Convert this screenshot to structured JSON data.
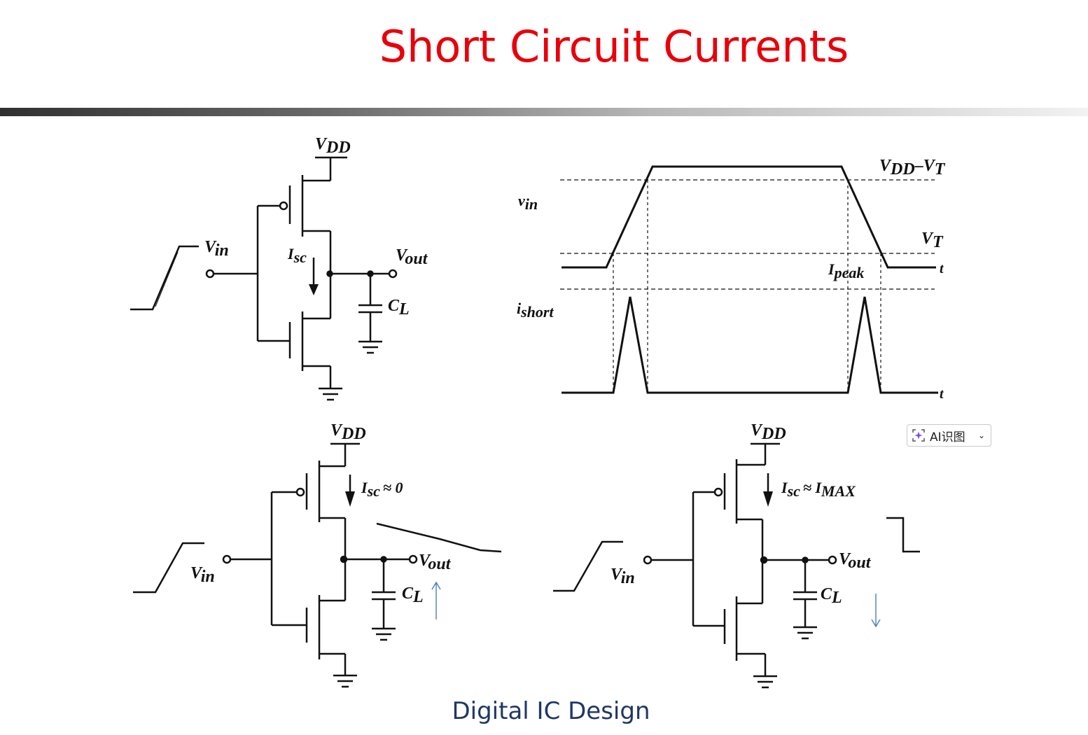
{
  "slide": {
    "title": "Short Circuit Currents",
    "footer": "Digital IC Design"
  },
  "ai_widget": {
    "label": "AI识图",
    "icon": "ai-sparkle-icon"
  },
  "colors": {
    "title": "#e8000b",
    "footer": "#1f3864",
    "arrows": "#4a7ebb"
  },
  "inverter_top": {
    "vdd": "V",
    "vdd_sub": "DD",
    "vin": "V",
    "vin_sub": "in",
    "vout": "V",
    "vout_sub": "out",
    "isc": "I",
    "isc_sub": "sc",
    "cl": "C",
    "cl_sub": "L"
  },
  "waveforms": {
    "vin": "v",
    "vin_sub": "in",
    "vdd_vt": "V",
    "vdd_vt_sub": "DD",
    "vdd_vt_minus": "–V",
    "vdd_vt_minus_sub": "T",
    "vt": "V",
    "vt_sub": "T",
    "ipeak": "I",
    "ipeak_sub": "peak",
    "ishort": "i",
    "ishort_sub": "short",
    "t_top": "t",
    "t_bottom": "t"
  },
  "inverter_left": {
    "vdd": "V",
    "vdd_sub": "DD",
    "isc": "I",
    "isc_sub": "sc",
    "isc_value": "≈ 0",
    "vin": "V",
    "vin_sub": "in",
    "vout": "V",
    "vout_sub": "out",
    "cl": "C",
    "cl_sub": "L"
  },
  "inverter_right": {
    "vdd": "V",
    "vdd_sub": "DD",
    "isc": "I",
    "isc_sub": "sc",
    "isc_value": "≈ I",
    "isc_value_sub": "MAX",
    "vin": "V",
    "vin_sub": "in",
    "vout": "V",
    "vout_sub": "out",
    "cl": "C",
    "cl_sub": "L"
  }
}
